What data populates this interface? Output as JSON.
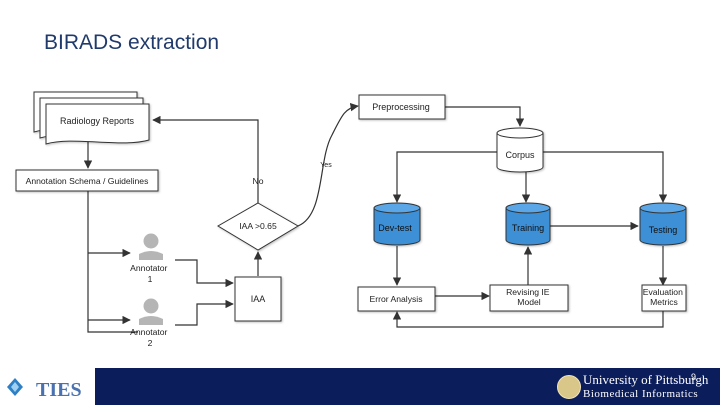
{
  "slide": {
    "title": "BIRADS extraction"
  },
  "nodes": {
    "radiology_reports": "Radiology Reports",
    "annotation_schema": "Annotation Schema / Guidelines",
    "annotator1": "Annotator\n1",
    "annotator2": "Annotator\n2",
    "iaa": "IAA",
    "iaa_decision": "IAA >0.65",
    "preprocessing": "Preprocessing",
    "corpus": "Corpus",
    "dev_test": "Dev-test",
    "training": "Training",
    "testing": "Testing",
    "error_analysis": "Error Analysis",
    "revising_ie_model": "Revising IE\nModel",
    "evaluation_metrics": "Evaluation\nMetrics"
  },
  "edge_labels": {
    "no": "No",
    "yes": "Yes"
  },
  "colors": {
    "db_fill": "#3d8fd6",
    "stroke": "#333333",
    "footer": "#0c1d5c"
  },
  "footer": {
    "page_number": "9",
    "university": "University of Pittsburgh",
    "department": "Biomedical Informatics",
    "ties_logo": "TIES"
  }
}
